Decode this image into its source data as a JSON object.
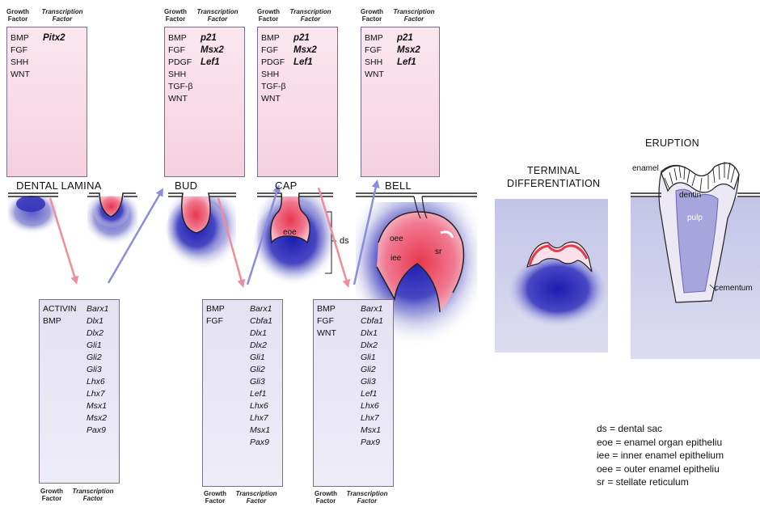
{
  "headers": {
    "growth_factor": "Growth Factor",
    "transcription_factor": "Transcription Factor",
    "gf_line1": "Growth",
    "gf_line2": "Factor",
    "tf_line1": "Transcription",
    "tf_line2": "Factor"
  },
  "top_boxes": [
    {
      "growth": [
        "BMP",
        "FGF",
        "SHH",
        "WNT"
      ],
      "transcription": [
        "Pitx2"
      ]
    },
    {
      "growth": [
        "BMP",
        "FGF",
        "PDGF",
        "SHH",
        "TGF-β",
        "WNT"
      ],
      "transcription": [
        "p21",
        "Msx2",
        "Lef1"
      ]
    },
    {
      "growth": [
        "BMP",
        "FGF",
        "PDGF",
        "SHH",
        "TGF-β",
        "WNT"
      ],
      "transcription": [
        "p21",
        "Msx2",
        "Lef1"
      ]
    },
    {
      "growth": [
        "BMP",
        "FGF",
        "SHH",
        "WNT"
      ],
      "transcription": [
        "p21",
        "Msx2",
        "Lef1"
      ]
    }
  ],
  "bottom_boxes": [
    {
      "growth": [
        "ACTIVIN",
        "BMP"
      ],
      "transcription": [
        "Barx1",
        "Dlx1",
        "Dlx2",
        "Gli1",
        "Gli2",
        "Gli3",
        "Lhx6",
        "Lhx7",
        "Msx1",
        "Msx2",
        "Pax9"
      ]
    },
    {
      "growth": [
        "BMP",
        "FGF"
      ],
      "transcription": [
        "Barx1",
        "Cbfa1",
        "Dlx1",
        "Dlx2",
        "Gli1",
        "Gli2",
        "Gli3",
        "Lef1",
        "Lhx6",
        "Lhx7",
        "Msx1",
        "Pax9"
      ]
    },
    {
      "growth": [
        "BMP",
        "FGF",
        "WNT"
      ],
      "transcription": [
        "Barx1",
        "Cbfa1",
        "Dlx1",
        "Dlx2",
        "Gli1",
        "Gli2",
        "Gli3",
        "Lef1",
        "Lhx6",
        "Lhx7",
        "Msx1",
        "Pax9"
      ]
    }
  ],
  "stages": {
    "dental_lamina": "DENTAL LAMINA",
    "bud": "BUD",
    "cap": "CAP",
    "bell": "BELL",
    "terminal_1": "TERMINAL",
    "terminal_2": "DIFFERENTIATION",
    "eruption": "ERUPTION"
  },
  "tissue_labels": {
    "eoe": "eoe",
    "ds": "ds",
    "oee": "oee",
    "iee": "iee",
    "sr": "sr",
    "enamel": "enamel",
    "dentin": "dentin",
    "pulp": "pulp",
    "cementum": "cementum"
  },
  "legend": [
    "ds = dental sac",
    "eoe = enamel organ epitheliu",
    "iee = inner enamel epithelium",
    "oee = outer enamel epitheliu",
    "sr = stellate reticulum"
  ],
  "colors": {
    "epithelium_red": "#e8384f",
    "mesenchyme_blue": "#2a2ab8",
    "box_pink": "#f5d0df",
    "box_lavender": "#e4e2f2",
    "arrow_red": "#f08c9c",
    "arrow_blue": "#8c8cdc"
  }
}
